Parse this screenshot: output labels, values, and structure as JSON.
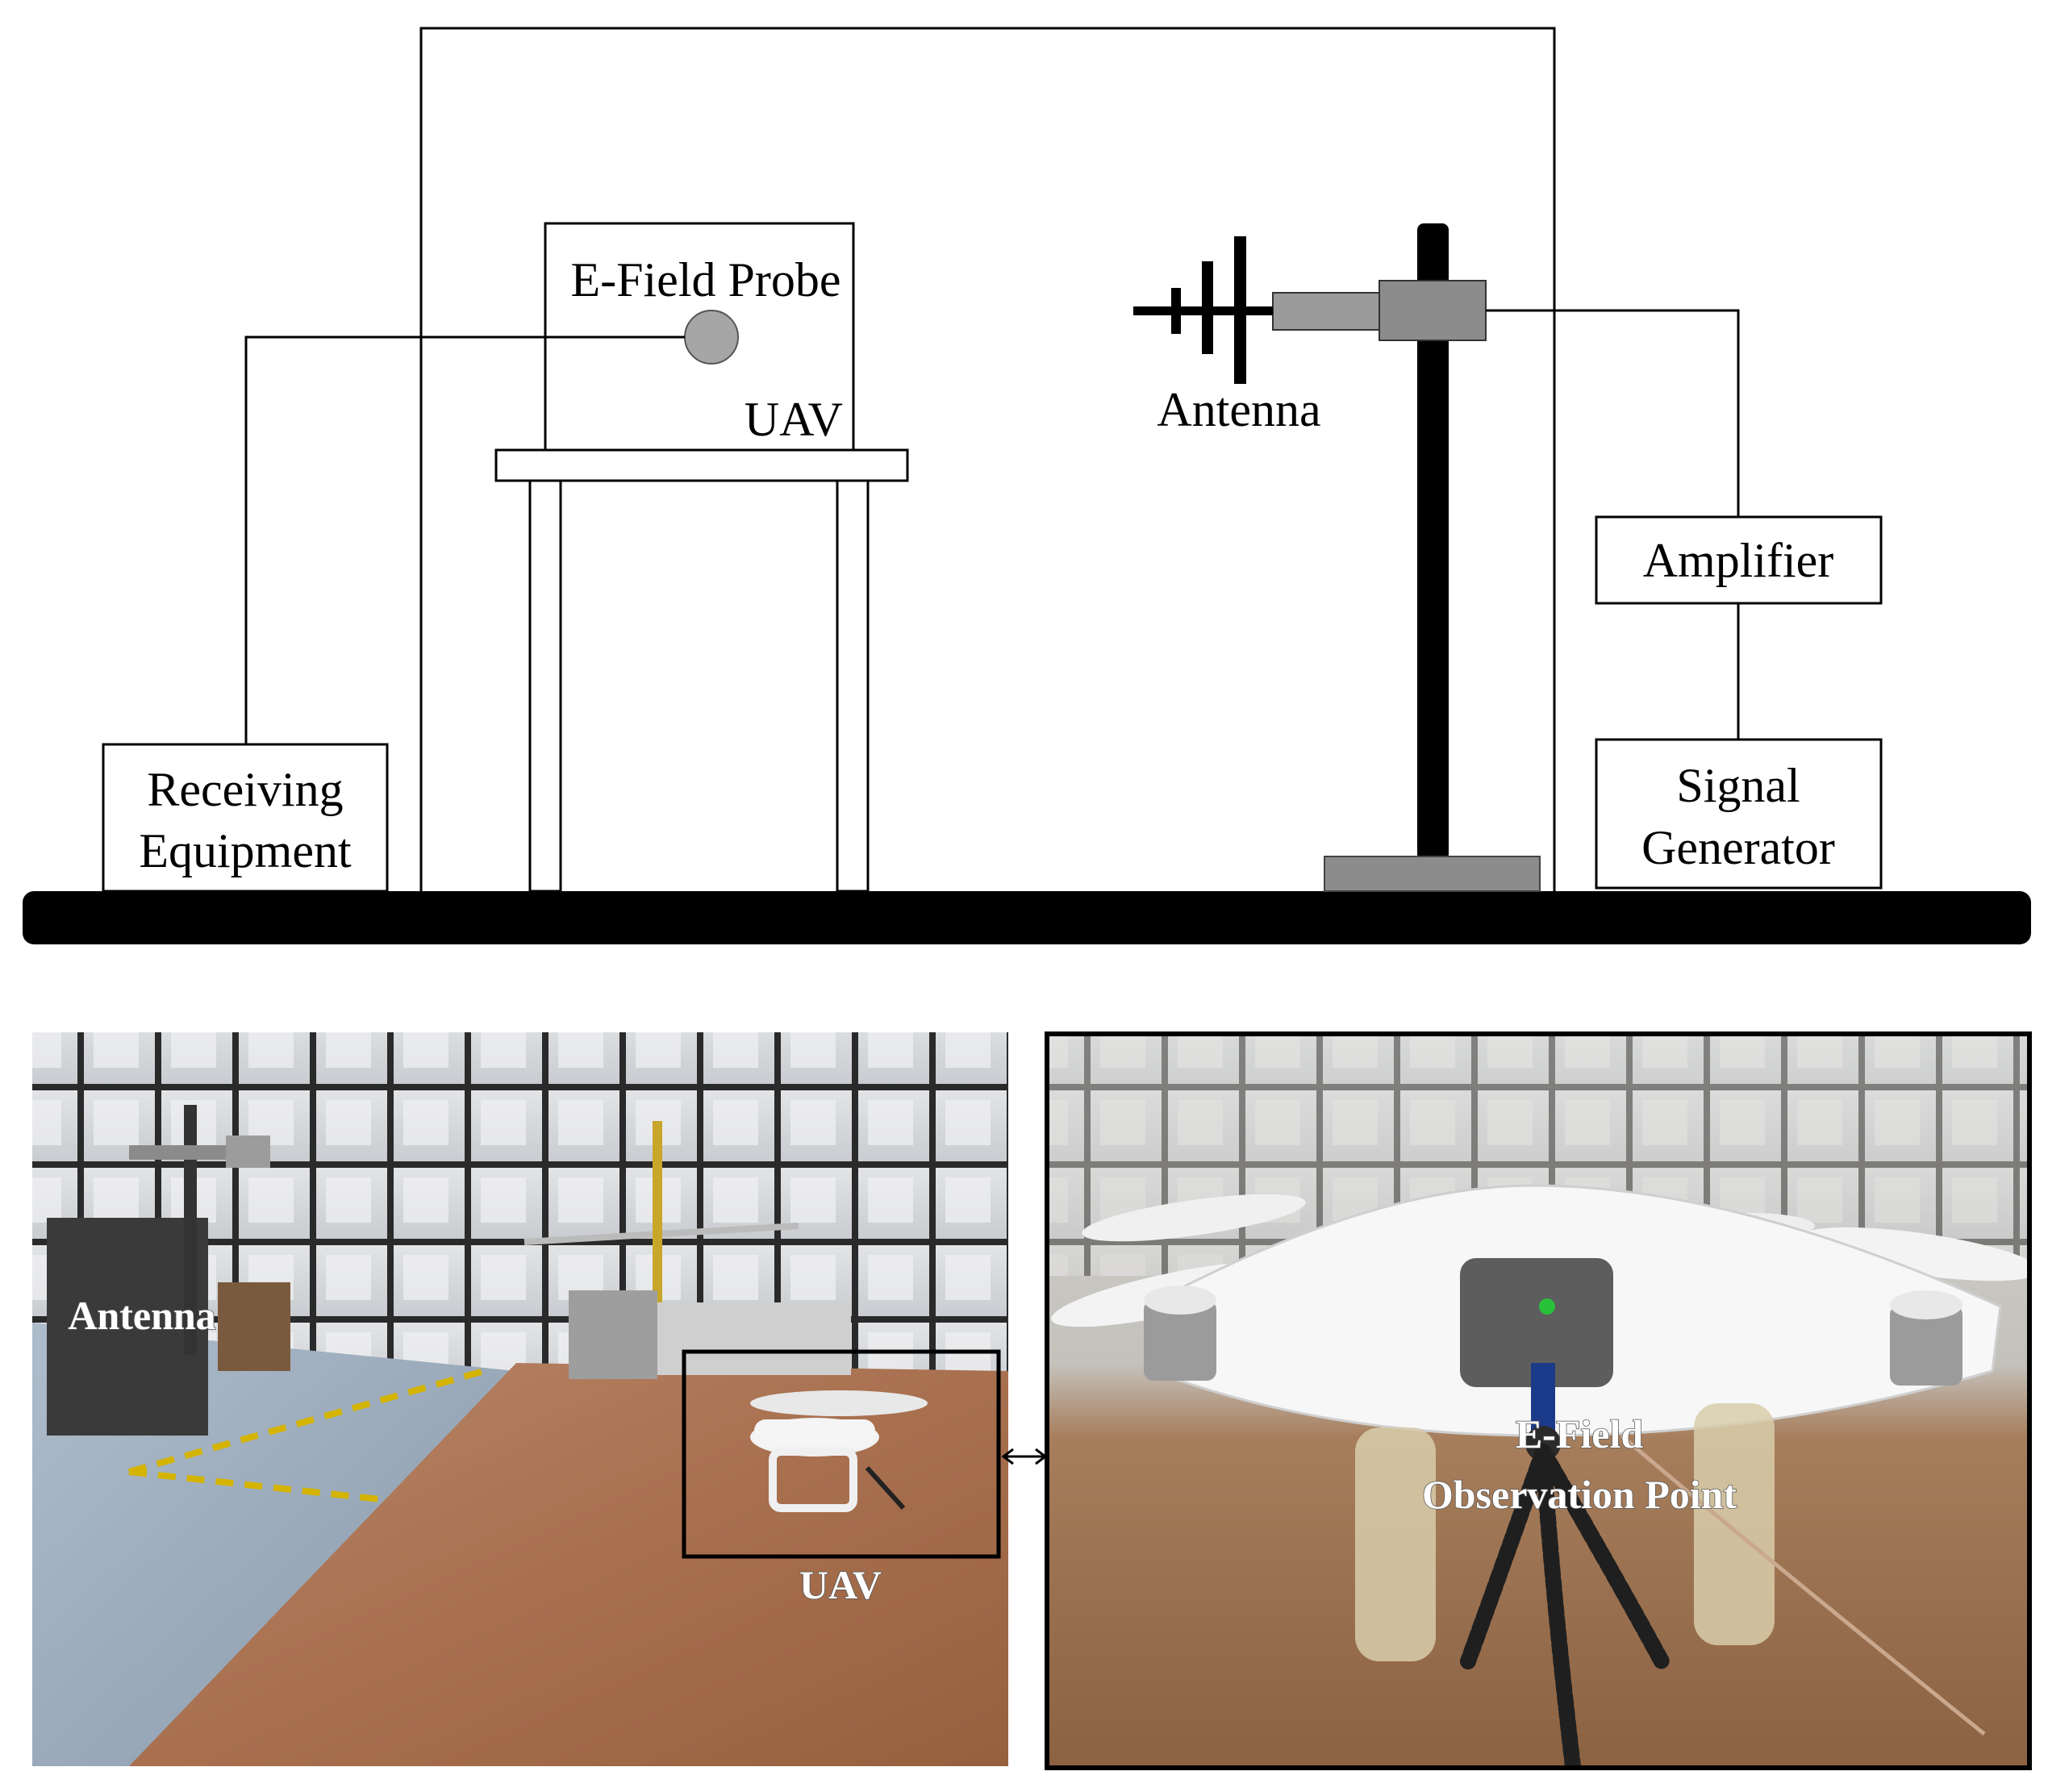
{
  "diagram": {
    "labels": {
      "probe": "E-Field Probe",
      "uav": "UAV",
      "antenna": "Antenna",
      "amplifier": "Amplifier",
      "receiving_line1": "Receiving",
      "receiving_line2": "Equipment",
      "signal_line1": "Signal",
      "signal_line2": "Generator"
    }
  },
  "photos": {
    "left": {
      "antenna_label": "Antenna",
      "uav_label": "UAV"
    },
    "right": {
      "observation_line1": "E-Field",
      "observation_line2": "Observation Point"
    }
  }
}
